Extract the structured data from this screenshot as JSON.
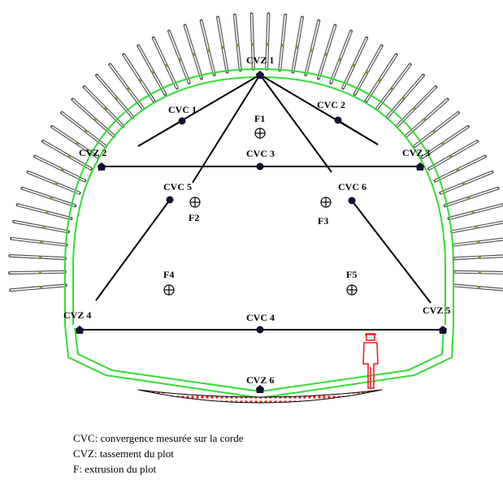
{
  "diagram": {
    "points": {
      "cvz1": "CVZ 1",
      "cvz2": "CVZ 2",
      "cvz3": "CVZ 3",
      "cvz4": "CVZ 4",
      "cvz5": "CVZ 5",
      "cvz6": "CVZ 6",
      "cvc1": "CVC 1",
      "cvc2": "CVC 2",
      "cvc3": "CVC 3",
      "cvc4": "CVC 4",
      "cvc5": "CVC 5",
      "cvc6": "CVC 6",
      "f1": "F1",
      "f2": "F2",
      "f3": "F3",
      "f4": "F4",
      "f5": "F5"
    },
    "colors": {
      "lining": "#33dd33",
      "bolts": "#555555",
      "lines": "#000000",
      "face": "#ee2222",
      "person": "#ee2222"
    }
  },
  "legend": {
    "cvc": "CVC: convergence mesurée sur la corde",
    "cvz": "CVZ: tassement du plot",
    "f": "F: extrusion du plot"
  }
}
